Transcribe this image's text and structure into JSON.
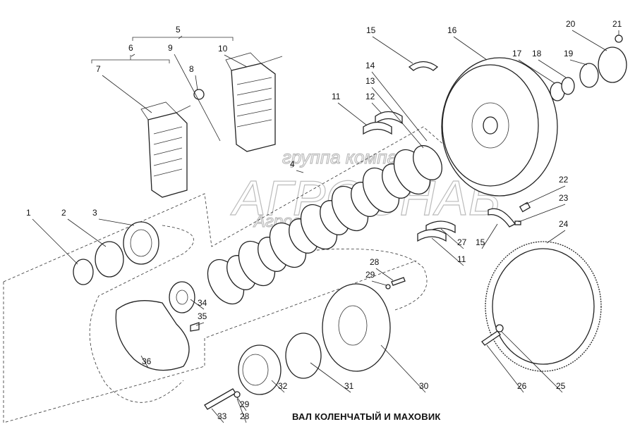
{
  "title": "ВАЛ КОЛЕНЧАТЫЙ И МАХОВИК",
  "watermark": {
    "line1": "группа компаний",
    "line2": "АГРОСНАБ",
    "line3": "Агросервис"
  },
  "callouts": [
    "5",
    "6",
    "9",
    "10",
    "7",
    "8",
    "15",
    "16",
    "20",
    "21",
    "17",
    "18",
    "19",
    "14",
    "13",
    "11",
    "12",
    "4",
    "22",
    "23",
    "24",
    "1",
    "2",
    "3",
    "15",
    "27",
    "11",
    "28",
    "29",
    "34",
    "35",
    "36",
    "30",
    "31",
    "32",
    "29",
    "33",
    "28",
    "26",
    "25"
  ]
}
